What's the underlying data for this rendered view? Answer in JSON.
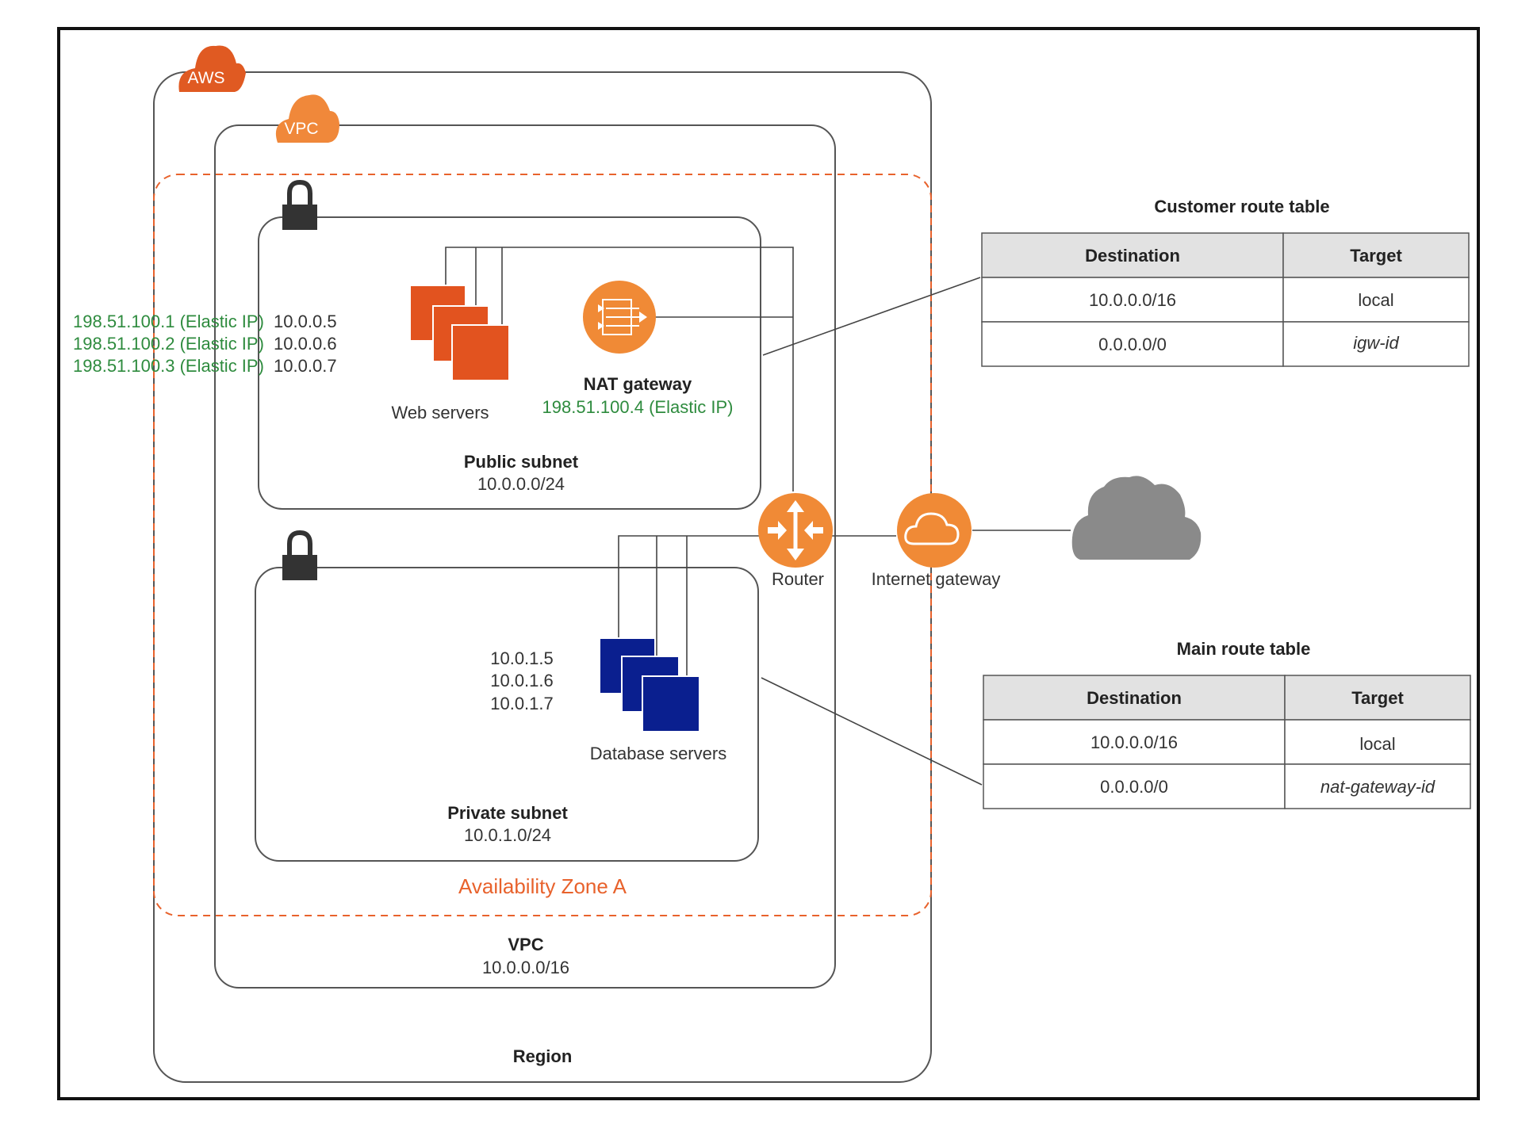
{
  "labels": {
    "aws": "AWS",
    "vpc_cloud": "VPC",
    "region": "Region",
    "vpc_title": "VPC",
    "vpc_cidr": "10.0.0.0/16",
    "availability_zone": "Availability Zone A",
    "public_subnet_title": "Public subnet",
    "public_subnet_cidr": "10.0.0.0/24",
    "private_subnet_title": "Private subnet",
    "private_subnet_cidr": "10.0.1.0/24",
    "web_servers": "Web servers",
    "nat_gateway_title": "NAT gateway",
    "nat_gateway_ip": "198.51.100.4 (Elastic IP)",
    "database_servers": "Database servers",
    "router": "Router",
    "internet_gateway": "Internet gateway"
  },
  "web_server_ips": [
    {
      "elastic": "198.51.100.1 (Elastic IP)",
      "private": "10.0.0.5"
    },
    {
      "elastic": "198.51.100.2 (Elastic IP)",
      "private": "10.0.0.6"
    },
    {
      "elastic": "198.51.100.3 (Elastic IP)",
      "private": "10.0.0.7"
    }
  ],
  "db_server_ips": [
    "10.0.1.5",
    "10.0.1.6",
    "10.0.1.7"
  ],
  "customer_route_table": {
    "title": "Customer route table",
    "headers": [
      "Destination",
      "Target"
    ],
    "rows": [
      [
        "10.0.0.0/16",
        "local"
      ],
      [
        "0.0.0.0/0",
        "igw-id"
      ]
    ]
  },
  "main_route_table": {
    "title": "Main route table",
    "headers": [
      "Destination",
      "Target"
    ],
    "rows": [
      [
        "10.0.0.0/16",
        "local"
      ],
      [
        "0.0.0.0/0",
        "nat-gateway-id"
      ]
    ]
  },
  "colors": {
    "aws_orange": "#e05a22",
    "vpc_orange": "#f0883a",
    "icon_orange": "#f08a36",
    "web_server": "#e2531f",
    "db_server": "#0a1f8f",
    "green_text": "#2e8b3e",
    "internet_cloud": "#8a8a8a",
    "lock": "#333333"
  }
}
